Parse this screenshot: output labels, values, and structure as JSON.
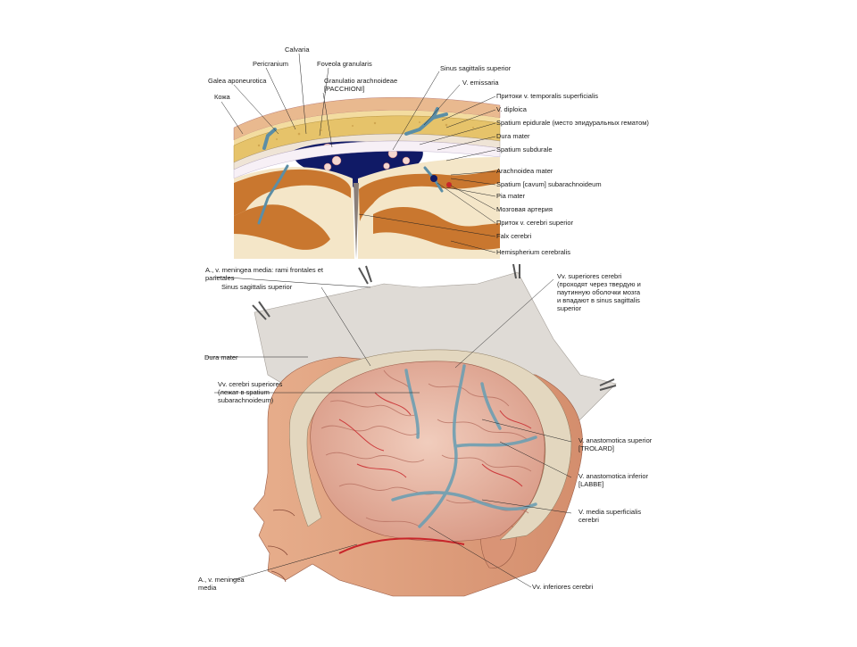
{
  "figure": {
    "top_panel": {
      "left_labels": {
        "calvaria": "Calvaria",
        "pericranium": "Pericranium",
        "foveola": "Foveola granularis",
        "galea": "Galea aponeurotica",
        "granulatio": "Granulatio arachnoideae\n[PACCHIONI]",
        "koja": "Кожа"
      },
      "right_labels": [
        "Sinus sagittalis superior",
        "V. emissaria",
        "Притоки v. temporalis superficialis",
        "V. diploica",
        "Spatium epidurale (место эпидуральных гематом)",
        "Dura mater",
        "Spatium subdurale",
        "Arachnoidea mater",
        "Spatium [cavum] subarachnoideum",
        "Pia mater",
        "Мозговая артерия",
        "Приток v. cerebri superior",
        "Falx cerebri",
        "Hemispherium cerebralis"
      ]
    },
    "bottom_panel": {
      "a_v_meningea_rami": "A., v. meningea media: rami frontales et\nparietales",
      "sinus_sag": "Sinus sagittalis superior",
      "vv_sup": "Vv. superiores cerebri\n(проходят через твердую и\nпаутинную оболочки мозга\nи впадают в sinus sagittalis\nsuperior",
      "dura": "Dura mater",
      "vv_cer_sup": "Vv. cerebri superiores\n(лежат в spatium\nsubarachnoideum)",
      "v_anast_sup": "V. anastomotica superior\n[TROLARD]",
      "v_anast_inf": "V. anastomotica inferior\n[LABBE]",
      "v_media": "V. media superficialis\ncerebri",
      "a_v_meningea": "A., v. meningea\nmedia",
      "vv_inf": "Vv. inferiores cerebri"
    }
  },
  "colors": {
    "skin": "#e9b98f",
    "bone": "#e8c770",
    "sinus": "#101a66",
    "cortex": "#c9772f",
    "white_matter": "#f4e6c8",
    "vein": "#5b8ea6",
    "artery": "#c8252a",
    "brain_surface": "#e7b9a6",
    "dura": "#d6d3cf"
  }
}
